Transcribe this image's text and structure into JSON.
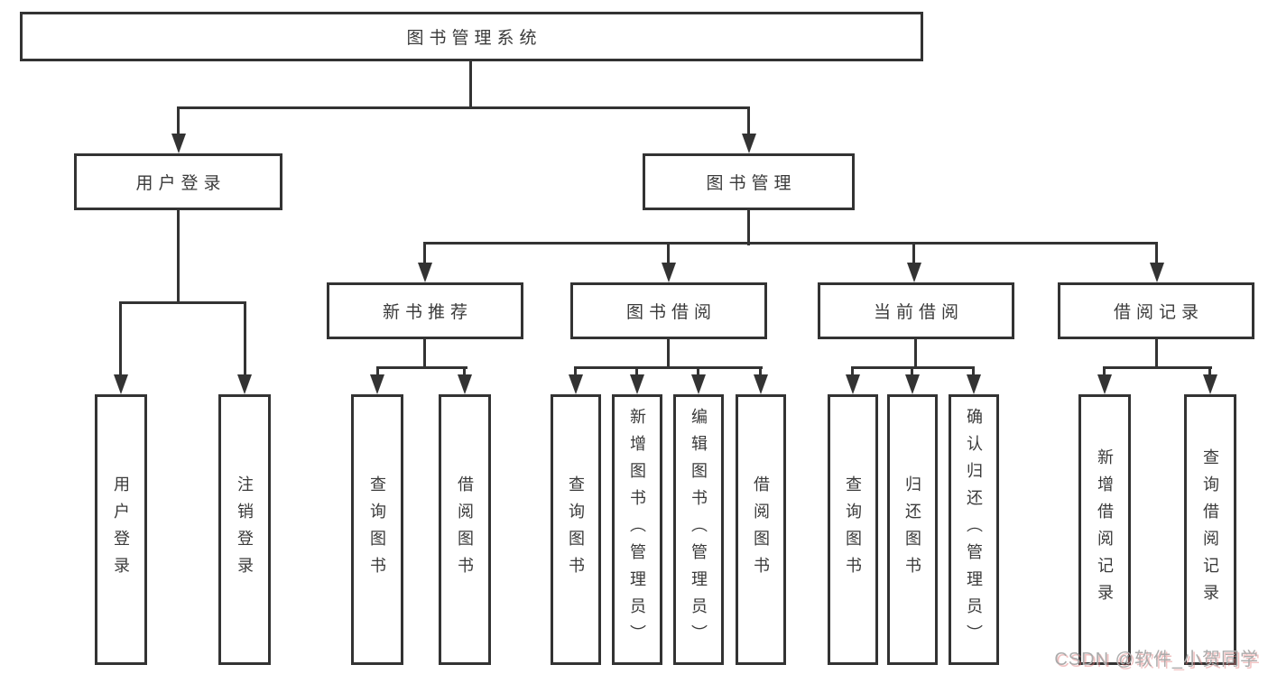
{
  "tree": {
    "root": {
      "label": "图书管理系统",
      "children": [
        {
          "label": "用户登录",
          "children": [
            {
              "label": "用户登录"
            },
            {
              "label": "注销登录"
            }
          ]
        },
        {
          "label": "图书管理",
          "children": [
            {
              "label": "新书推荐",
              "children": [
                {
                  "label": "查询图书"
                },
                {
                  "label": "借阅图书"
                }
              ]
            },
            {
              "label": "图书借阅",
              "children": [
                {
                  "label": "查询图书"
                },
                {
                  "label": "新增图书（管理员）"
                },
                {
                  "label": "编辑图书（管理员）"
                },
                {
                  "label": "借阅图书"
                }
              ]
            },
            {
              "label": "当前借阅",
              "children": [
                {
                  "label": "查询图书"
                },
                {
                  "label": "归还图书"
                },
                {
                  "label": "确认归还（管理员）"
                }
              ]
            },
            {
              "label": "借阅记录",
              "children": [
                {
                  "label": "新增借阅记录"
                },
                {
                  "label": "查询借阅记录"
                }
              ]
            }
          ]
        }
      ]
    }
  },
  "watermark": {
    "text": "CSDN @软件_小贺同学"
  },
  "colors": {
    "line": "#333333",
    "text": "#3a3a3a",
    "watermark": "#ababab",
    "background": "#ffffff"
  }
}
